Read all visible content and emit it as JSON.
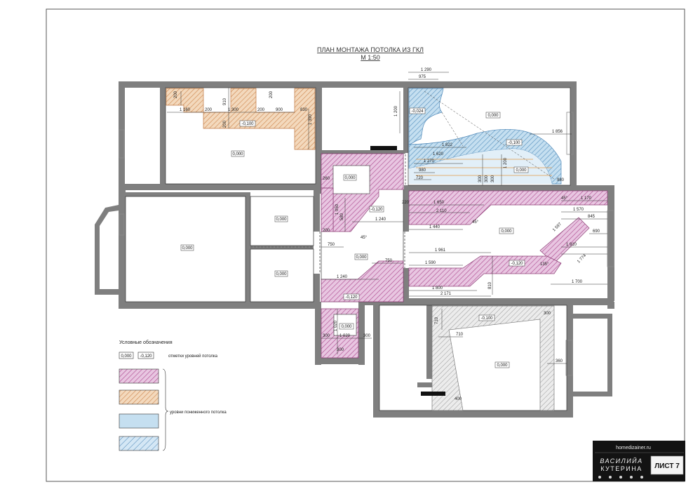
{
  "title": {
    "line1": "ПЛАН МОНТАЖА ПОТОЛКА ИЗ ГКЛ",
    "line2": "М 1:50"
  },
  "colors": {
    "wall": "#7f7f7f",
    "magenta_fill": "#e8c6e1",
    "magenta_hatch": "#b04f93",
    "orange_fill": "#f3d9bd",
    "orange_hatch": "#d08a52",
    "blue_fill": "#c5dff0",
    "blue_hatch": "#5b95c2",
    "gray_fill": "#ececec",
    "gray_hatch": "#9a9a9a",
    "stamp_bg": "#131313"
  },
  "levels": {
    "zero": "0,000",
    "minus_120": "-0,120",
    "minus_100": "-0,100",
    "minus_024": "-0,024"
  },
  "dimensions": {
    "d1290": "1 290",
    "d975": "975",
    "d200": "200",
    "d910": "910",
    "d1160": "1 160",
    "d1300": "1 300",
    "d900": "900",
    "d830": "830",
    "d1390": "1 390",
    "d1856": "1 856",
    "d1822": "1 822",
    "d1620": "1 620",
    "d1270": "1 270",
    "d980": "980",
    "d720": "720",
    "d1200": "1 200",
    "d300": "300",
    "d1170": "1 170",
    "d1570": "1 570",
    "d845": "845",
    "d690": "690",
    "d1650": "1 650",
    "d2110": "2 110",
    "d1440": "1 440",
    "d1240": "1 240",
    "d750": "750",
    "d1050": "1 050",
    "d580": "580",
    "d1961": "1 961",
    "d1590": "1 590",
    "d1800": "1 800",
    "d2171": "2 171",
    "d810": "810",
    "d1700": "1 700",
    "d1597": "1 597",
    "d1910": "1 910",
    "d1774": "1 774",
    "d710": "710",
    "d1020": "1 020",
    "d360": "360",
    "d400": "400",
    "d220": "220",
    "d260": "260",
    "a45": "45°",
    "a135": "135°"
  },
  "legend": {
    "title": "Условные обозначения",
    "level_marks_label": "отметки уровней потолка",
    "lowered_levels_label": "уровни пониженного потолка"
  },
  "stamp": {
    "website": "homedizainer.ru",
    "brand_line1": "ВАСИЛИЙА",
    "brand_line2": "КУТЕРИНА",
    "sheet_label": "ЛИСТ 7"
  }
}
